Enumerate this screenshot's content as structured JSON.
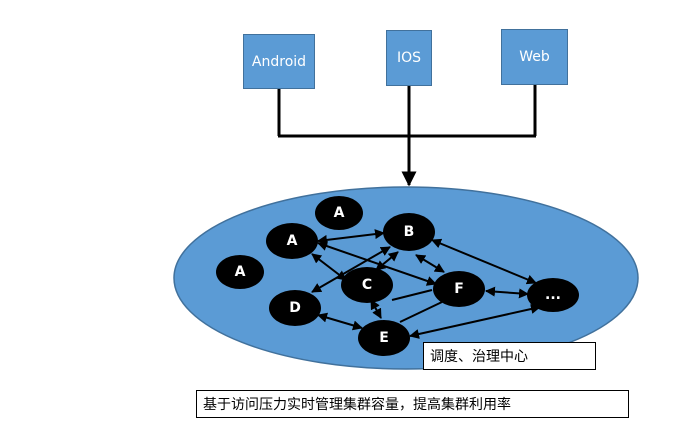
{
  "clients": {
    "android": "Android",
    "ios": "IOS",
    "web": "Web"
  },
  "nodes": {
    "a_top": "A",
    "a_main": "A",
    "a_left": "A",
    "b": "B",
    "c": "C",
    "d": "D",
    "e": "E",
    "f": "F",
    "more": "..."
  },
  "captions": {
    "center": "调度、治理中心",
    "bottom": "基于访问压力实时管理集群容量，提高集群利用率"
  },
  "colors": {
    "client_fill": "#5b9bd5",
    "cluster_fill": "#5b9bd5",
    "node_fill": "#000000",
    "line": "#000000"
  }
}
